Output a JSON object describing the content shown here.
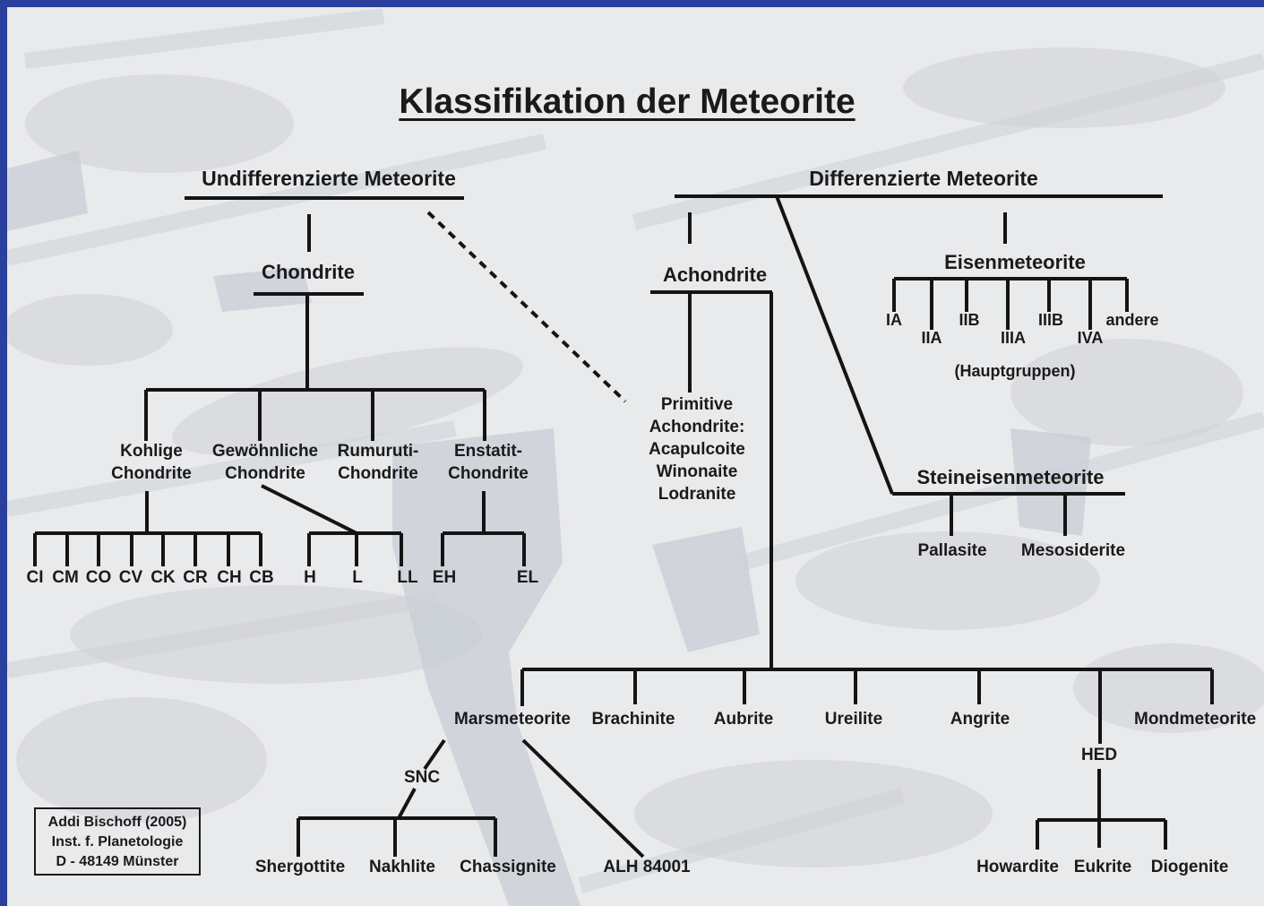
{
  "title": "Klassifikation der Meteorite",
  "undifferentiated": {
    "heading": "Undifferenzierte Meteorite",
    "chondrite": "Chondrite",
    "groups": {
      "kohlige": "Kohlige\nChondrite",
      "gewoehnliche": "Gewöhnliche\nChondrite",
      "rumuruti": "Rumuruti-\nChondrite",
      "enstatit": "Enstatit-\nChondrite"
    },
    "carbonaceous": [
      "CI",
      "CM",
      "CO",
      "CV",
      "CK",
      "CR",
      "CH",
      "CB"
    ],
    "ordinary": [
      "H",
      "L",
      "LL"
    ],
    "enstatite": [
      "EH",
      "EL"
    ]
  },
  "differentiated": {
    "heading": "Differenzierte Meteorite",
    "achondrite": "Achondrite",
    "primitive": "Primitive\nAchondrite:\nAcapulcoite\nWinonaite\nLodranite",
    "iron": {
      "heading": "Eisenmeteorite",
      "groups": [
        "IA",
        "IIA",
        "IIB",
        "IIIA",
        "IIIB",
        "IVA",
        "andere"
      ],
      "note": "(Hauptgruppen)"
    },
    "stony_iron": {
      "heading": "Steineisenmeteorite",
      "groups": [
        "Pallasite",
        "Mesosiderite"
      ]
    },
    "achondrite_groups": [
      "Marsmeteorite",
      "Brachinite",
      "Aubrite",
      "Ureilite",
      "Angrite",
      "HED",
      "Mondmeteorite"
    ],
    "snc": "SNC",
    "mars_sub": [
      "Shergottite",
      "Nakhlite",
      "Chassignite"
    ],
    "alh": "ALH 84001",
    "hed_sub": [
      "Howardite",
      "Eukrite",
      "Diogenite"
    ]
  },
  "credit": {
    "line1": "Addi Bischoff (2005)",
    "line2": "Inst. f. Planetologie",
    "line3": "D - 48149 Münster"
  },
  "colors": {
    "frame": "#2a3f9e",
    "background": "#ececee",
    "lines": "#141414"
  }
}
